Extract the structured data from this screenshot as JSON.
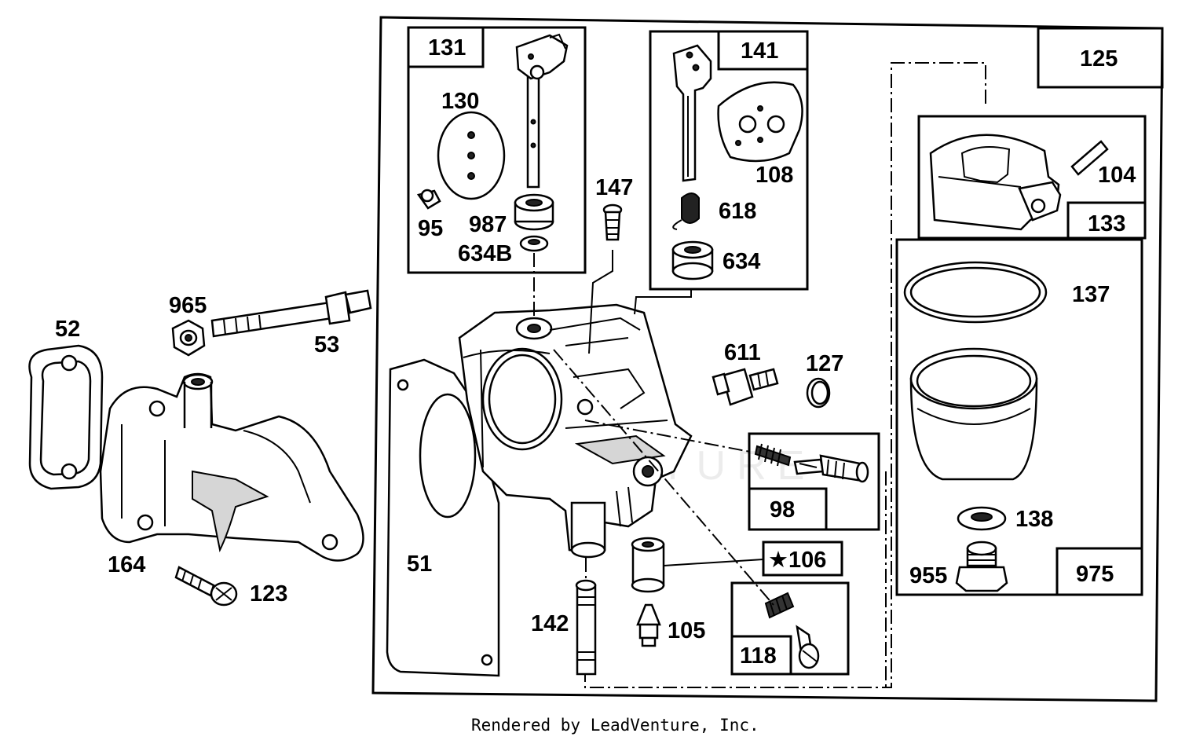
{
  "labels": {
    "l131": "131",
    "l130": "130",
    "l95": "95",
    "l987": "987",
    "l634B": "634B",
    "l141": "141",
    "l108": "108",
    "l618": "618",
    "l634": "634",
    "l147": "147",
    "l125": "125",
    "l104": "104",
    "l133": "133",
    "l137": "137",
    "l138": "138",
    "l955": "955",
    "l975": "975",
    "l52": "52",
    "l965": "965",
    "l53": "53",
    "l164": "164",
    "l123": "123",
    "l51": "51",
    "l611": "611",
    "l127": "127",
    "l98": "98",
    "l106": "★106",
    "l118": "118",
    "l142": "142",
    "l105": "105"
  },
  "watermark": "LEADVENTURE",
  "footer": "Rendered by LeadVenture, Inc."
}
